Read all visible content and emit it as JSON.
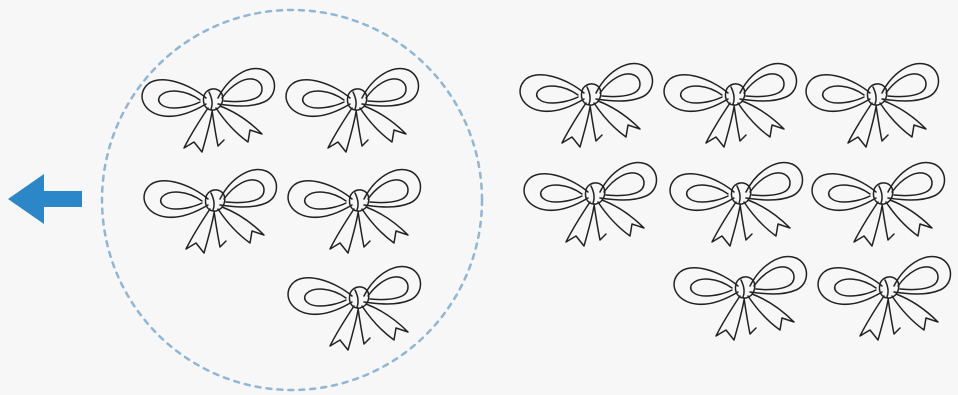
{
  "scene": {
    "background": "#f7f7f7",
    "arrow": {
      "color": "#2b87c8",
      "direction": "left",
      "icon": "left-arrow-icon"
    },
    "circle": {
      "style": "dashed",
      "color": "#8fb6d6"
    },
    "bow": {
      "icon": "bow-icon",
      "stroke": "#222222"
    },
    "groups": {
      "circled": {
        "count": 5,
        "rows": [
          2,
          2,
          1
        ]
      },
      "outside": {
        "count": 8,
        "rows": [
          3,
          3,
          2
        ]
      }
    }
  }
}
